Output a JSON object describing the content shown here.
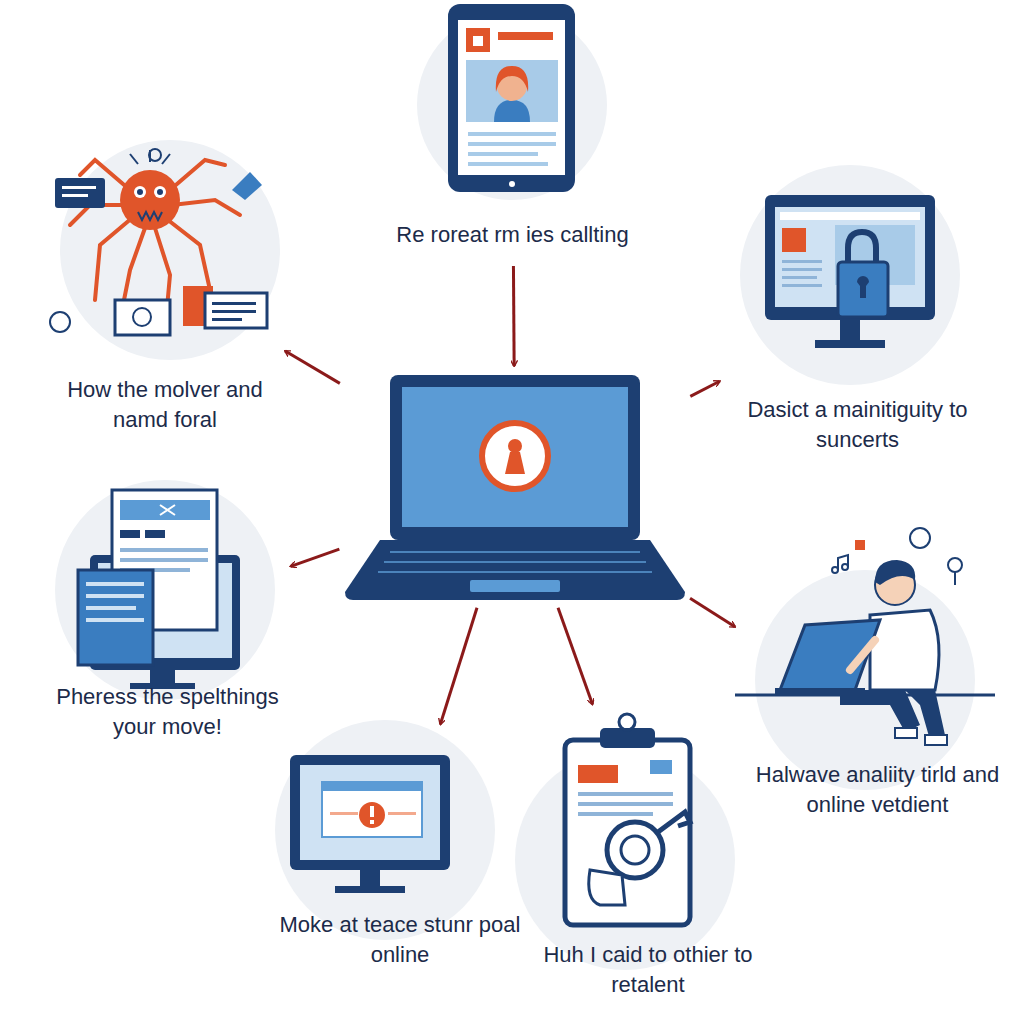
{
  "diagram": {
    "nodes": [
      {
        "text": [
          "Re roreat rm ies callting"
        ]
      },
      {
        "text": [
          "How the molver and namd foral"
        ]
      },
      {
        "text": [
          "Dasict a mainitiguity to suncerts"
        ]
      },
      {
        "text": []
      },
      {
        "text": [
          "Pheress the spelthings your move!"
        ]
      },
      {
        "text": [
          "Halwave analiity tirld and online vetdient"
        ]
      },
      {
        "text": [
          "Moke at teace stunr poal online"
        ]
      },
      {
        "text": [
          "Huh I caid to othier to retalent"
        ]
      }
    ],
    "edges": [
      {
        "from": 0,
        "to": 3,
        "arrow": "to"
      },
      {
        "from": 3,
        "to": 1,
        "arrow": "to"
      },
      {
        "from": 3,
        "to": 2,
        "arrow": "to"
      },
      {
        "from": 3,
        "to": 4,
        "arrow": "to"
      },
      {
        "from": 3,
        "to": 5,
        "arrow": "to"
      },
      {
        "from": 3,
        "to": 6,
        "arrow": "to"
      },
      {
        "from": 3,
        "to": 7,
        "arrow": "to"
      }
    ]
  }
}
